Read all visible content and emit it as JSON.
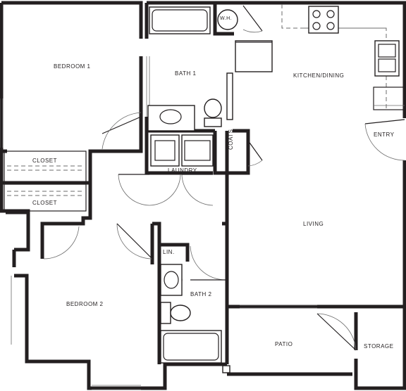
{
  "rooms": {
    "bedroom1": "BEDROOM 1",
    "bath1": "BATH 1",
    "wh": "W.H.",
    "kitchen": "KITCHEN/DINING",
    "entry": "ENTRY",
    "closet_top": "CLOSET",
    "closet_bottom": "CLOSET",
    "laundry": "LAUNDRY",
    "coats": "COATS",
    "living": "LIVING",
    "lin": "LIN.",
    "bath2": "BATH 2",
    "bedroom2": "BEDROOM 2",
    "patio": "PATIO",
    "storage": "STORAGE"
  }
}
